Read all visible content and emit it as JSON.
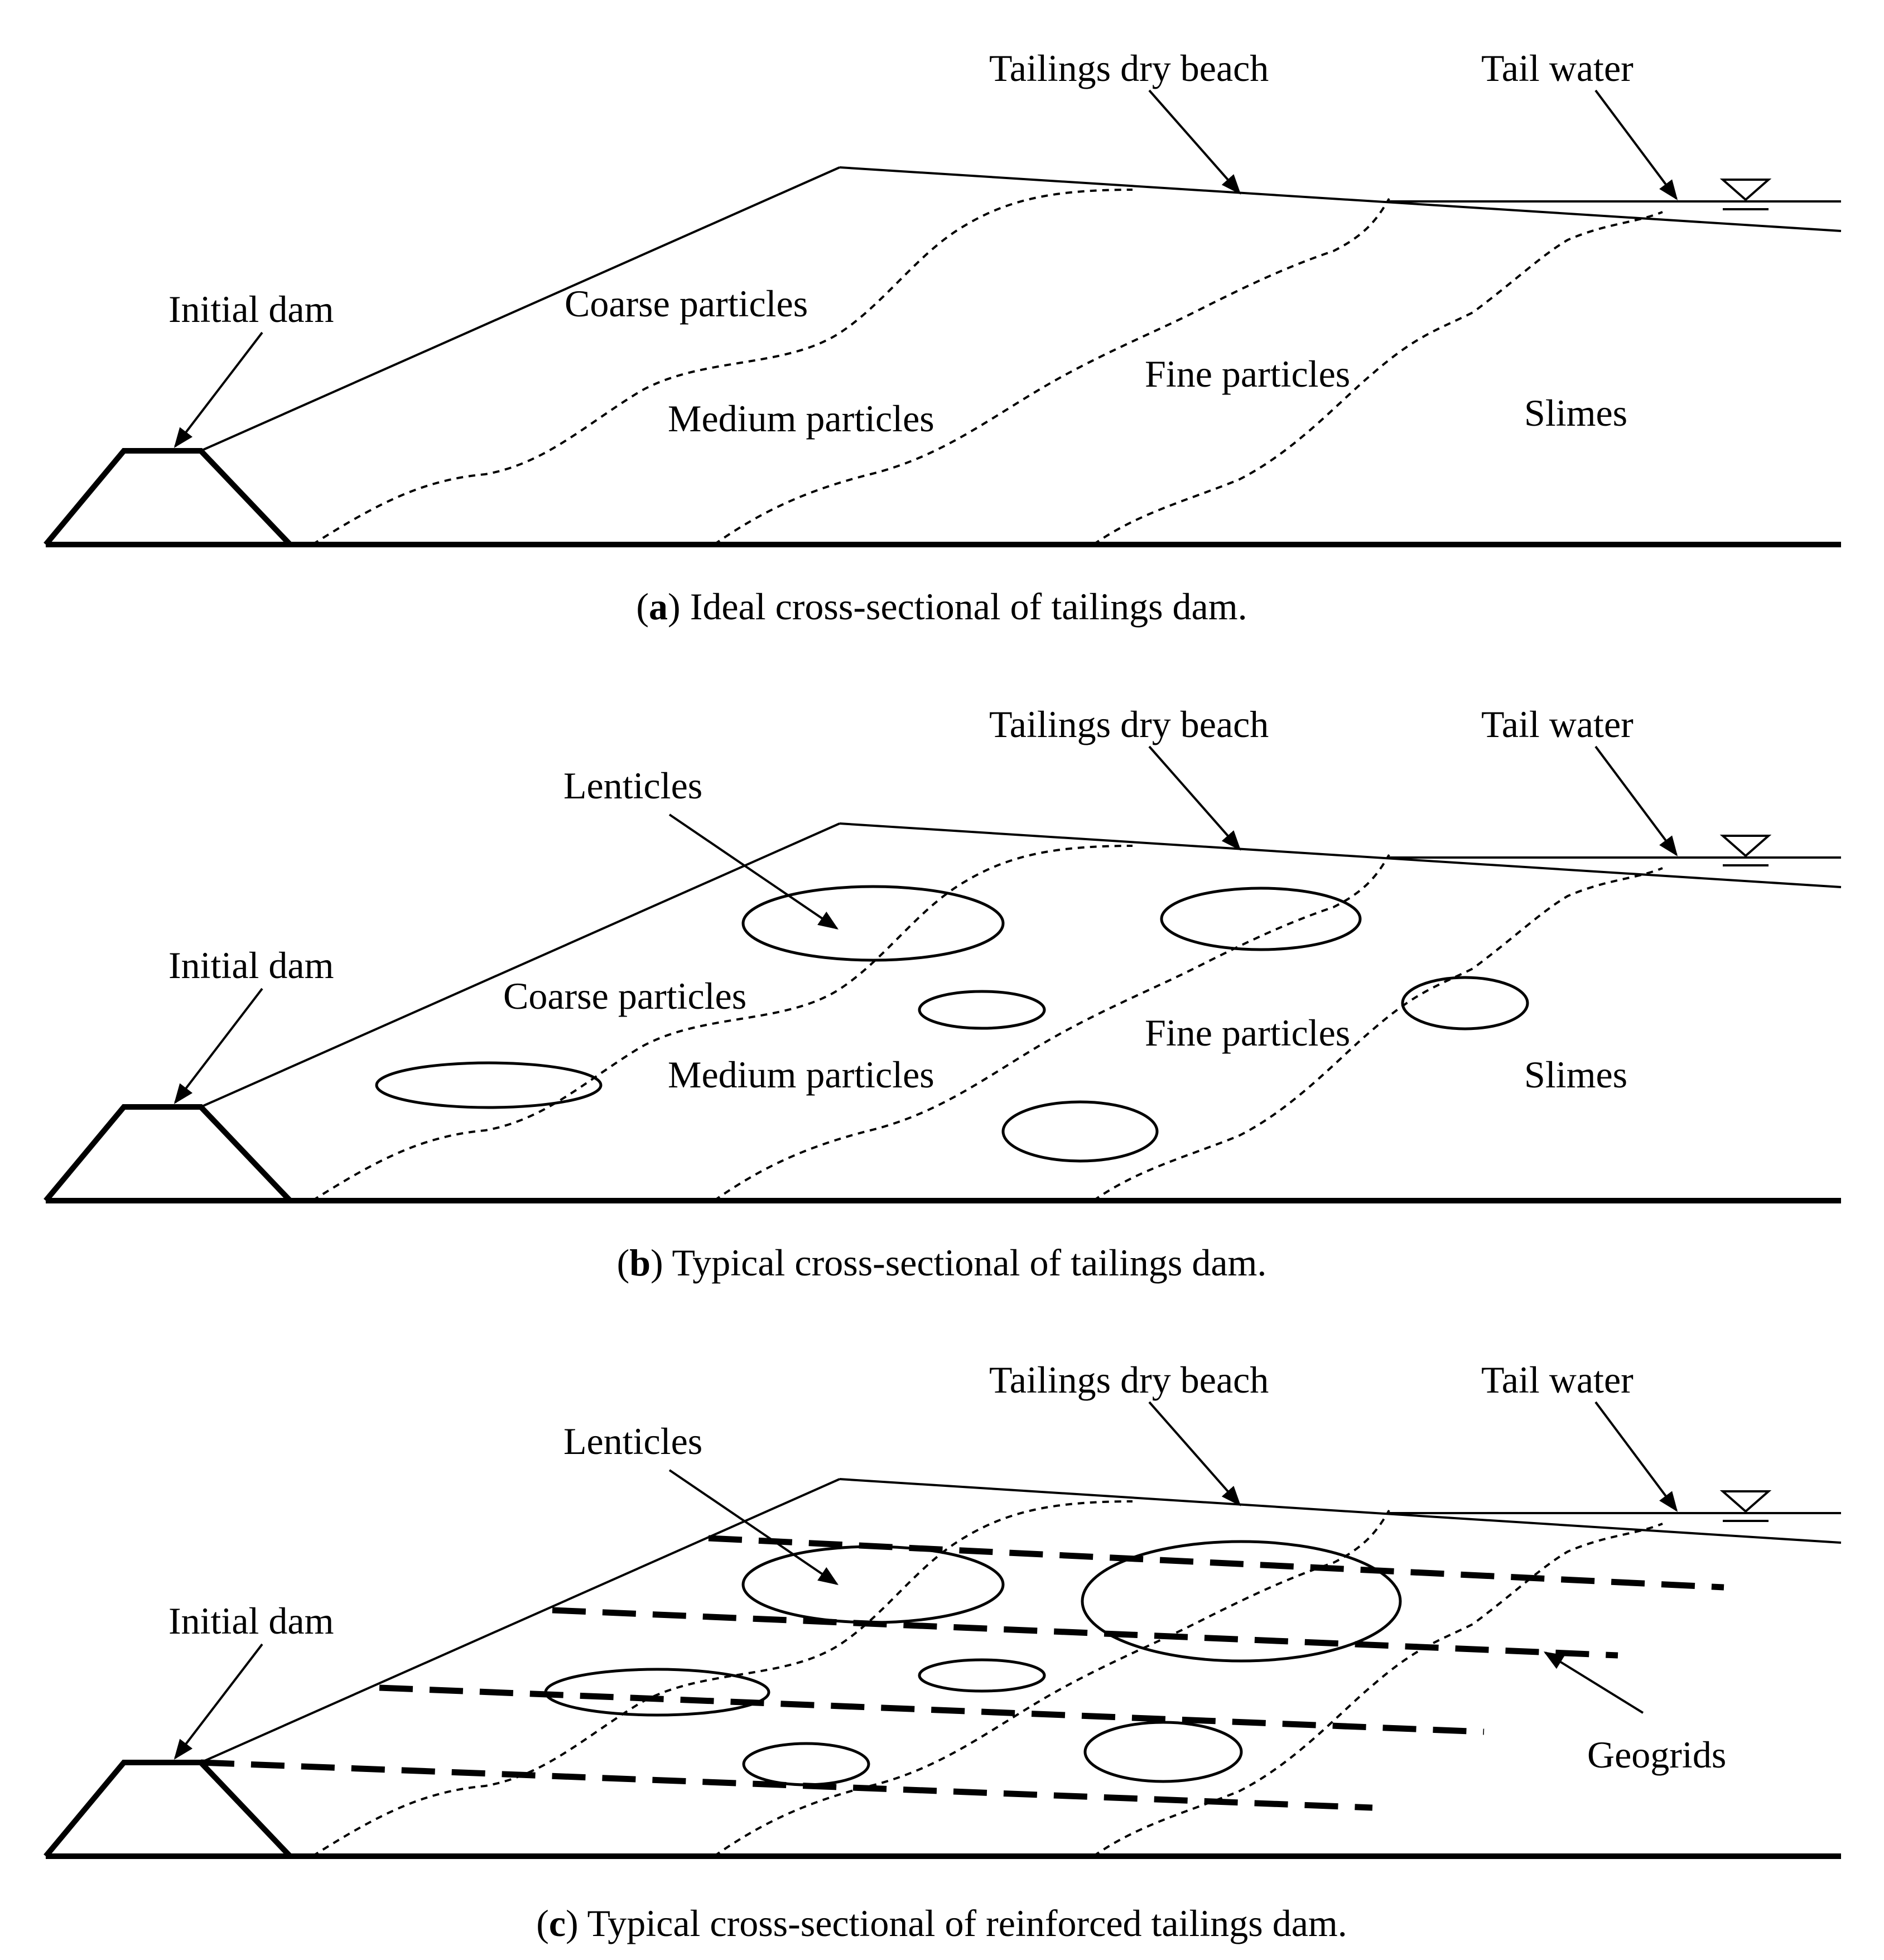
{
  "panels": [
    {
      "id": "a",
      "labels": {
        "dry_beach": "Tailings dry beach",
        "tail_water": "Tail water",
        "initial_dam": "Initial dam",
        "coarse": "Coarse particles",
        "medium": "Medium particles",
        "fine": "Fine particles",
        "slimes": "Slimes"
      },
      "caption_letter": "a",
      "caption_text": " Ideal cross-sectional of tailings dam."
    },
    {
      "id": "b",
      "labels": {
        "dry_beach": "Tailings dry beach",
        "tail_water": "Tail water",
        "lenticles": "Lenticles",
        "initial_dam": "Initial dam",
        "coarse": "Coarse particles",
        "medium": "Medium particles",
        "fine": "Fine particles",
        "slimes": "Slimes"
      },
      "caption_letter": "b",
      "caption_text": " Typical cross-sectional of tailings dam."
    },
    {
      "id": "c",
      "labels": {
        "dry_beach": "Tailings dry beach",
        "tail_water": "Tail water",
        "lenticles": "Lenticles",
        "initial_dam": "Initial dam",
        "geogrids": "Geogrids"
      },
      "caption_letter": "c",
      "caption_text": " Typical cross-sectional of reinforced tailings dam."
    }
  ],
  "caption_open": "(",
  "caption_close": ")"
}
